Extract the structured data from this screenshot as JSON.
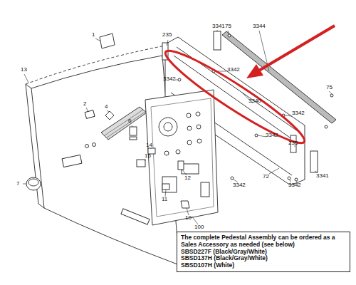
{
  "diagram": {
    "nodes": [
      {
        "text": [
          "The complete Pedestal Assembly can be ordered as a Sales Accessory as needed (see below)",
          "SBSD227F (Black/Gray/White)",
          "SBSD137H (Black/Gray/White)",
          "SBSD107H (White)"
        ]
      }
    ],
    "labels": [
      "1",
      "235",
      "3341",
      "75",
      "3344",
      "75",
      "3342",
      "3342",
      "3340",
      "3342",
      "235",
      "3342",
      "3342",
      "3342",
      "3341",
      "13",
      "2",
      "4",
      "6",
      "14",
      "15",
      "12",
      "7",
      "11",
      "10",
      "100",
      "72"
    ]
  }
}
